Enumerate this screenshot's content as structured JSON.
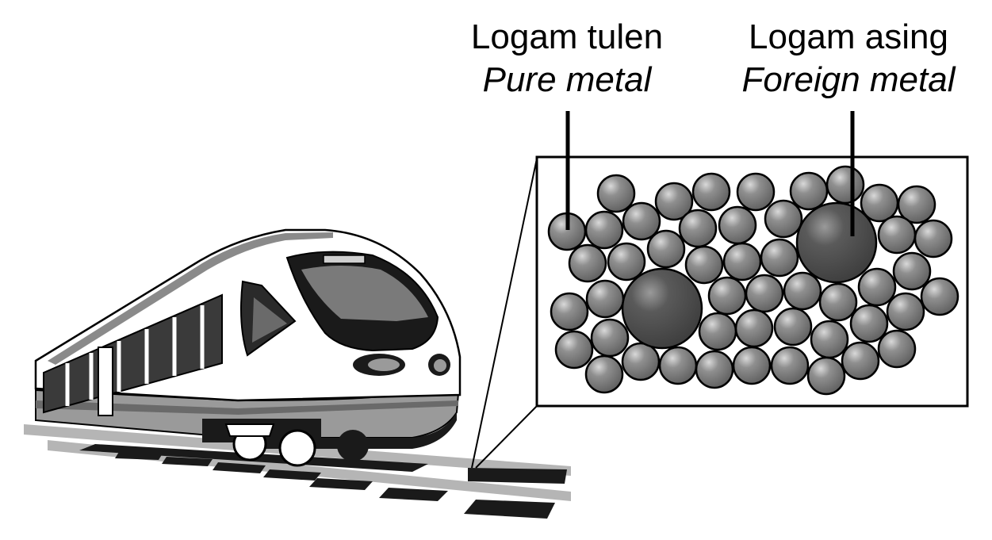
{
  "labels": {
    "pure_metal": {
      "malay": "Logam tulen",
      "english": "Pure metal"
    },
    "foreign_metal": {
      "malay": "Logam asing",
      "english": "Foreign metal"
    }
  },
  "colors": {
    "small_atom": "#7d7d7d",
    "large_atom": "#555555",
    "outline": "#000000",
    "train_body": "#ffffff",
    "train_grey": "#9a9a9a",
    "train_dark": "#1a1a1a"
  },
  "illustration": {
    "subject": "high-speed train on rails",
    "magnified_view": "metal lattice with small pure metal atoms and two larger foreign metal atoms"
  }
}
